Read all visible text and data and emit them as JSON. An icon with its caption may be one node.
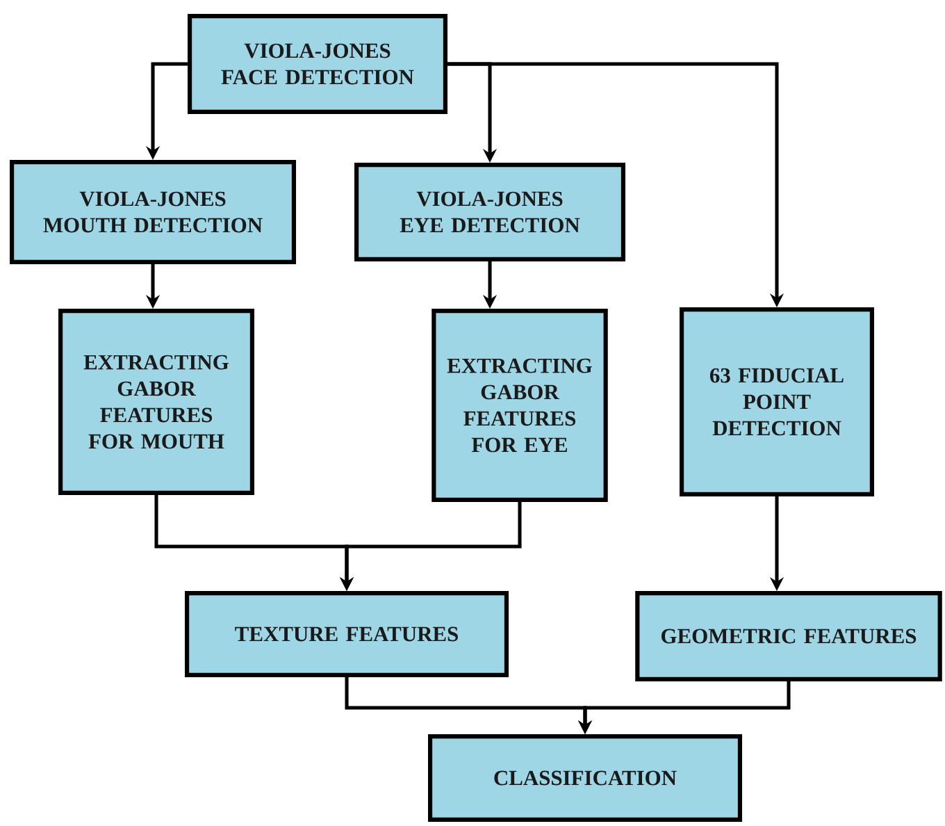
{
  "diagram": {
    "nodes": [
      {
        "text": [
          "VIOLA-JONES FACE DETECTION"
        ]
      },
      {
        "text": [
          "VIOLA-JONES MOUTH DETECTION"
        ]
      },
      {
        "text": [
          "VIOLA-JONES EYE DETECTION"
        ]
      },
      {
        "text": [
          "EXTRACTING GABOR FEATURES FOR MOUTH"
        ]
      },
      {
        "text": [
          "EXTRACTING GABOR FEATURES FOR EYE"
        ]
      },
      {
        "text": [
          "63 FIDUCIAL POINT DETECTION"
        ]
      },
      {
        "text": [
          "TEXTURE FEATURES"
        ]
      },
      {
        "text": [
          "GEOMETRIC FEATURES"
        ]
      },
      {
        "text": [
          "CLASSIFICATION"
        ]
      }
    ],
    "edges": [
      {
        "from": 0,
        "to": 1,
        "arrow": "to"
      },
      {
        "from": 0,
        "to": 2,
        "arrow": "to"
      },
      {
        "from": 0,
        "to": 5,
        "arrow": "to"
      },
      {
        "from": 1,
        "to": 3,
        "arrow": "to"
      },
      {
        "from": 2,
        "to": 4,
        "arrow": "to"
      },
      {
        "from": 3,
        "to": 6,
        "arrow": "to"
      },
      {
        "from": 4,
        "to": 6,
        "arrow": "to"
      },
      {
        "from": 5,
        "to": 7,
        "arrow": "to"
      },
      {
        "from": 6,
        "to": 8,
        "arrow": "to"
      },
      {
        "from": 7,
        "to": 8,
        "arrow": "to"
      }
    ]
  }
}
